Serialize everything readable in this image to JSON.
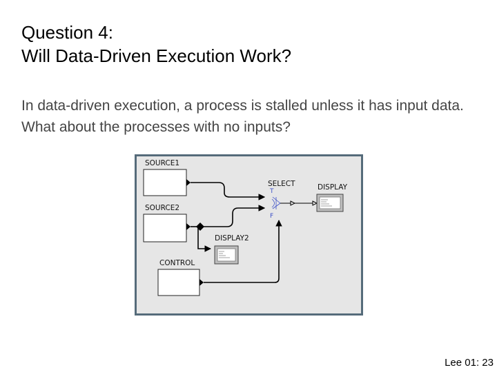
{
  "slide": {
    "title": "Question 4:\nWill Data-Driven Execution Work?",
    "body": "In data-driven execution, a process is stalled unless it has input data. What about the processes with no inputs?",
    "footer": "Lee 01: 23"
  },
  "diagram": {
    "actors": {
      "source1": "SOURCE1",
      "source2": "SOURCE2",
      "control": "CONTROL",
      "select": "SELECT",
      "display": "DISPLAY",
      "display2": "DISPLAY2"
    },
    "ports": {
      "select_true": "T",
      "select_false": "F"
    },
    "colors": {
      "canvas_bg": "#e6e6e6",
      "canvas_border": "#556b7a",
      "port_label": "#3b4fc8"
    }
  }
}
